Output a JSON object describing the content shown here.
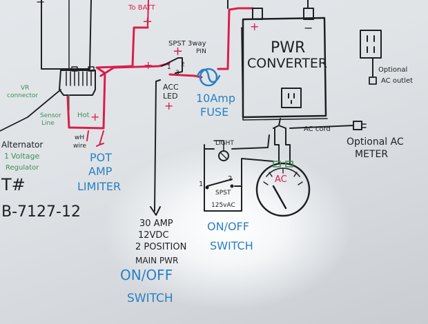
{
  "labels": {
    "to_batt": "To BATT",
    "spst_3way": "SPST 3way",
    "pin": "PIN",
    "pin_1": "1",
    "pin_2": "2",
    "pin_3": "3",
    "acc": "ACC",
    "led": "LED",
    "vr_connector_1": "VR",
    "vr_connector_2": "connector",
    "sensor_line_1": "Sensor",
    "sensor_line_2": "Line",
    "hot": "Hot",
    "wh_wire_1": "wH",
    "wh_wire_2": "wire",
    "alternator_1": "Alternator",
    "alternator_2": "Voltage",
    "alternator_3": "Regulator",
    "alternator_num": "1",
    "pot_1": "POT",
    "pot_2": "AMP",
    "pot_3": "LIMITER",
    "part_hash": "T#",
    "part_number": "B-7127-12",
    "fuse_1": "10Amp",
    "fuse_2": "FUSE",
    "pwr_1": "PWR",
    "pwr_2": "CONVERTER",
    "optional_outlet_1": "Optional",
    "optional_outlet_2": "AC outlet",
    "ac_cord": "AC cord",
    "optional_meter_1": "Optional AC",
    "optional_meter_2": "METER",
    "light": "LIGHT",
    "spst": "SPST",
    "spst_rating": "125vAC",
    "sw_1": "1",
    "sw_2": "2",
    "ac_gauge": "AC",
    "small_onoff_1": "ON/OFF",
    "small_onoff_2": "SWITCH",
    "main_1": "30 AMP",
    "main_2": "12VDC",
    "main_3": "2 POSITION",
    "main_4": "MAIN PWR",
    "main_5": "ON/OFF",
    "main_6": "SWITCH",
    "plus": "+",
    "minus": "−"
  },
  "colors": {
    "black_ink": "#1e1f22",
    "red_ink": "#d81e4b",
    "blue_ink": "#2a7fc4",
    "green_ink": "#3f8f5a"
  }
}
